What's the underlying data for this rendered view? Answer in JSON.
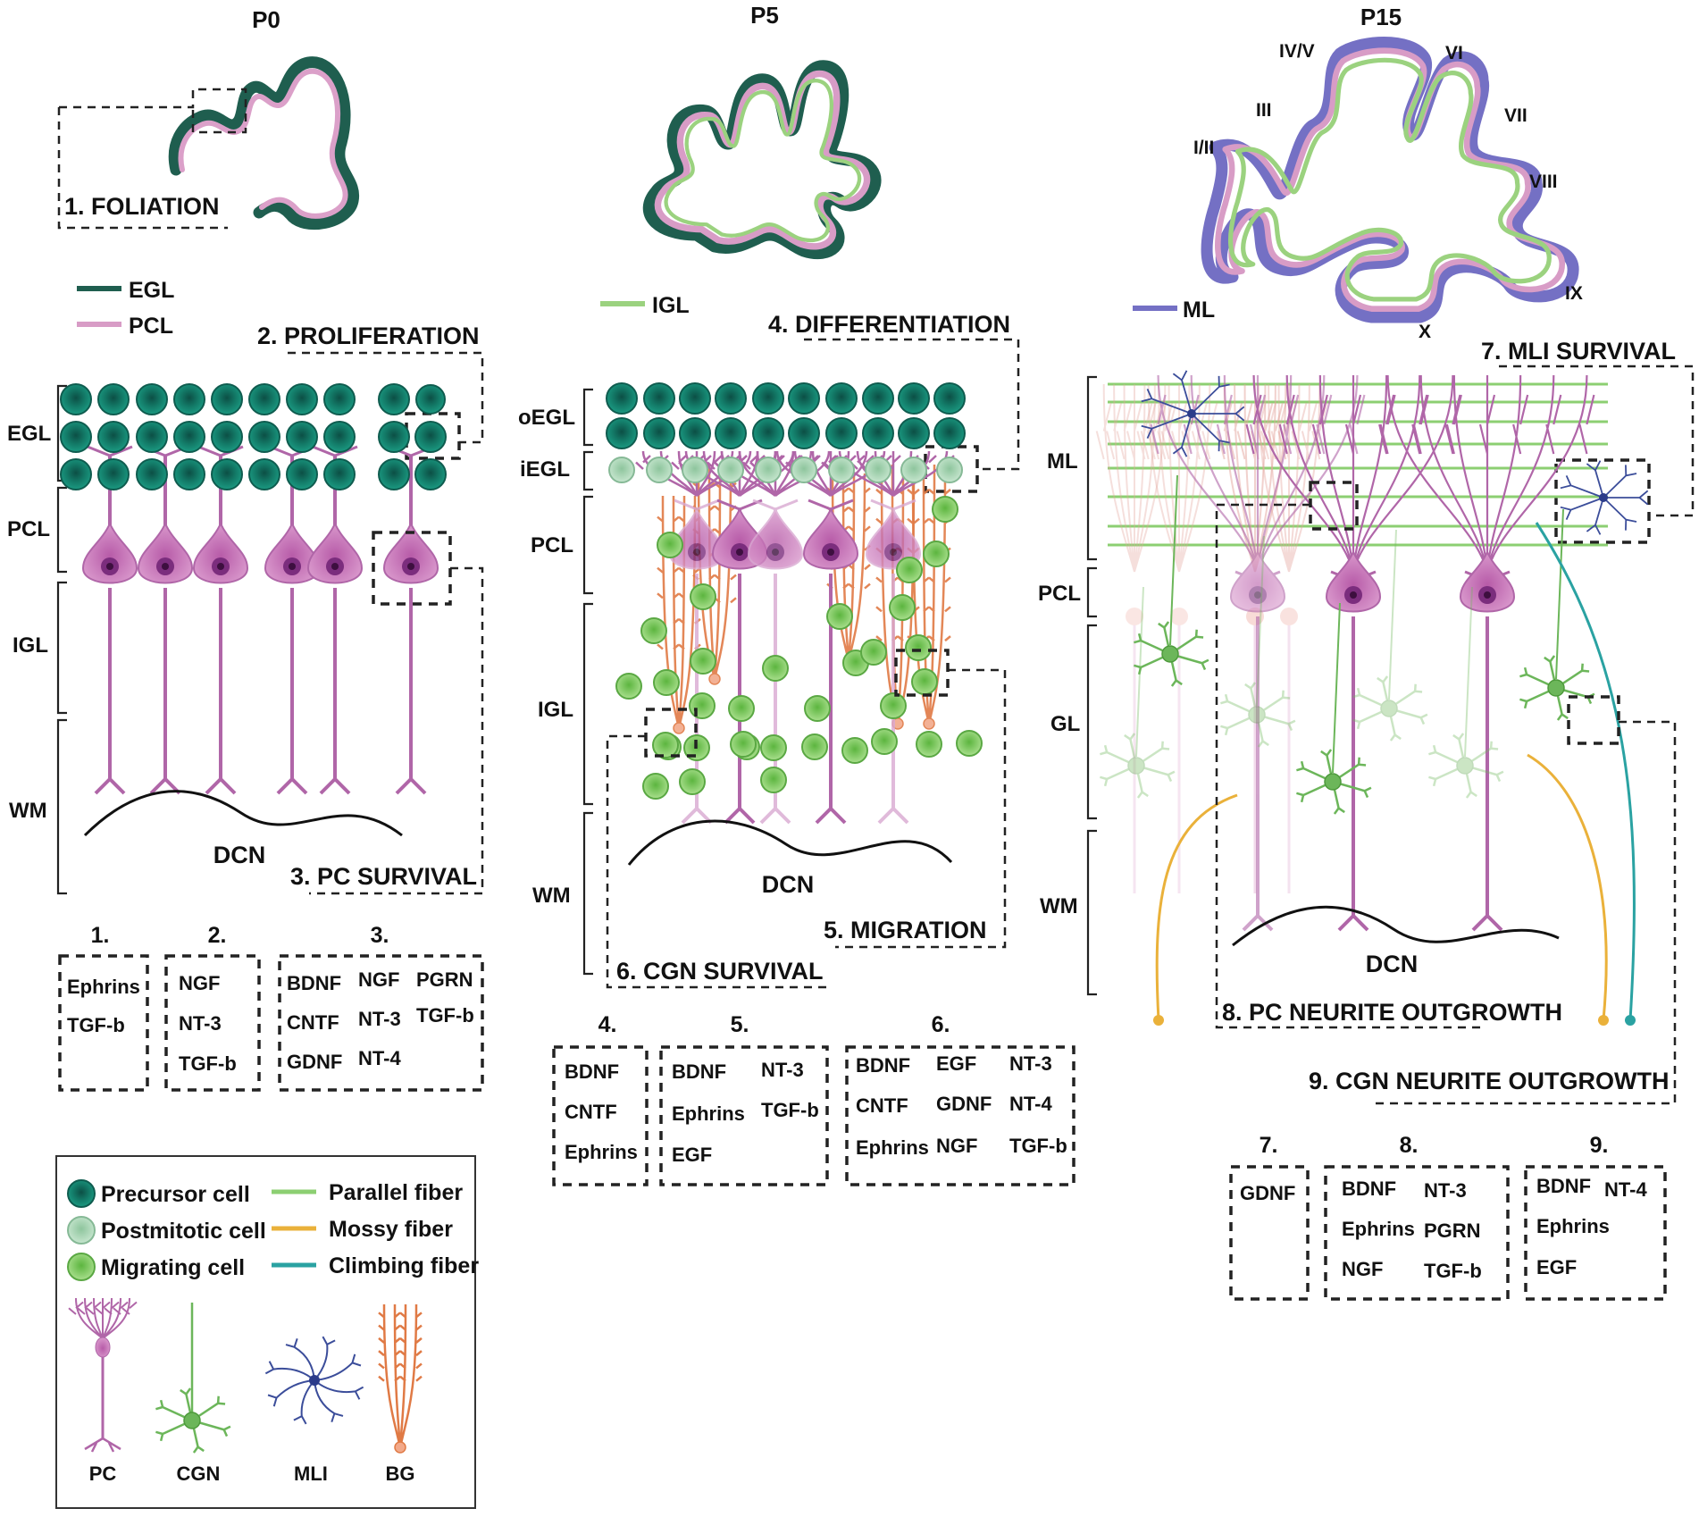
{
  "stages": {
    "p0": "P0",
    "p5": "P5",
    "p15": "P15"
  },
  "processes": {
    "foliation": "1.  FOLIATION",
    "proliferation": "2.  PROLIFERATION",
    "pc_survival": "3.  PC SURVIVAL",
    "differentiation": "4.  DIFFERENTIATION",
    "migration": "5. MIGRATION",
    "cgn_survival": "6. CGN SURVIVAL",
    "mli_survival": "7. MLI SURVIVAL",
    "pc_neurite": "8. PC NEURITE OUTGROWTH",
    "cgn_neurite": "9. CGN NEURITE OUTGROWTH"
  },
  "layer_legend": {
    "egl": "EGL",
    "pcl": "PCL",
    "igl": "IGL",
    "ml": "ML"
  },
  "layers": {
    "p0": [
      "EGL",
      "PCL",
      "IGL",
      "WM"
    ],
    "p5": [
      "oEGL",
      "iEGL",
      "PCL",
      "IGL",
      "WM"
    ],
    "p15": [
      "ML",
      "PCL",
      "GL",
      "WM"
    ]
  },
  "dcn": "DCN",
  "lobules": [
    "I/II",
    "III",
    "IV/V",
    "VI",
    "VII",
    "VIII",
    "IX",
    "X"
  ],
  "factor_groups": [
    {
      "num": "1.",
      "factors": [
        "Ephrins",
        "TGF-b"
      ]
    },
    {
      "num": "2.",
      "factors": [
        "NGF",
        "NT-3",
        "TGF-b"
      ]
    },
    {
      "num": "3.",
      "factors": [
        "BDNF",
        "NGF",
        "PGRN",
        "CNTF",
        "NT-3",
        "TGF-b",
        "GDNF",
        "NT-4"
      ]
    },
    {
      "num": "4.",
      "factors": [
        "BDNF",
        "CNTF",
        "Ephrins"
      ]
    },
    {
      "num": "5.",
      "factors": [
        "BDNF",
        "NT-3",
        "Ephrins",
        "TGF-b",
        "EGF"
      ]
    },
    {
      "num": "6.",
      "factors": [
        "BDNF",
        "EGF",
        "NT-3",
        "CNTF",
        "GDNF",
        "NT-4",
        "Ephrins",
        "NGF",
        "TGF-b"
      ]
    },
    {
      "num": "7.",
      "factors": [
        "GDNF"
      ]
    },
    {
      "num": "8.",
      "factors": [
        "BDNF",
        "NT-3",
        "Ephrins",
        "PGRN",
        "NGF",
        "TGF-b"
      ]
    },
    {
      "num": "9.",
      "factors": [
        "BDNF",
        "NT-4",
        "Ephrins",
        "EGF"
      ]
    }
  ],
  "legend": {
    "cells": [
      "Precursor cell",
      "Postmitotic cell",
      "Migrating cell"
    ],
    "fibers": [
      "Parallel fiber",
      "Mossy fiber",
      "Climbing fiber"
    ],
    "cell_types": [
      "PC",
      "CGN",
      "MLI",
      "BG"
    ]
  },
  "colors": {
    "egl": "#1f5e4f",
    "pcl": "#d89cc6",
    "igl": "#9bd27f",
    "ml": "#7470c4",
    "precursor": "#1a7a68",
    "postmitotic": "#9fcfae",
    "migrating": "#78c65a",
    "pc": "#b066a8",
    "cgn": "#6cb65a",
    "mli": "#3b4d9a",
    "bg": "#e07a45",
    "parallel_fiber": "#8ccf72",
    "mossy_fiber": "#eab13a",
    "climbing_fiber": "#2aa2a2"
  },
  "icons": [
    "precursor-cell-icon",
    "postmitotic-cell-icon",
    "migrating-cell-icon",
    "purkinje-cell-icon",
    "granule-neuron-icon",
    "interneuron-icon",
    "bergmann-glia-icon"
  ]
}
